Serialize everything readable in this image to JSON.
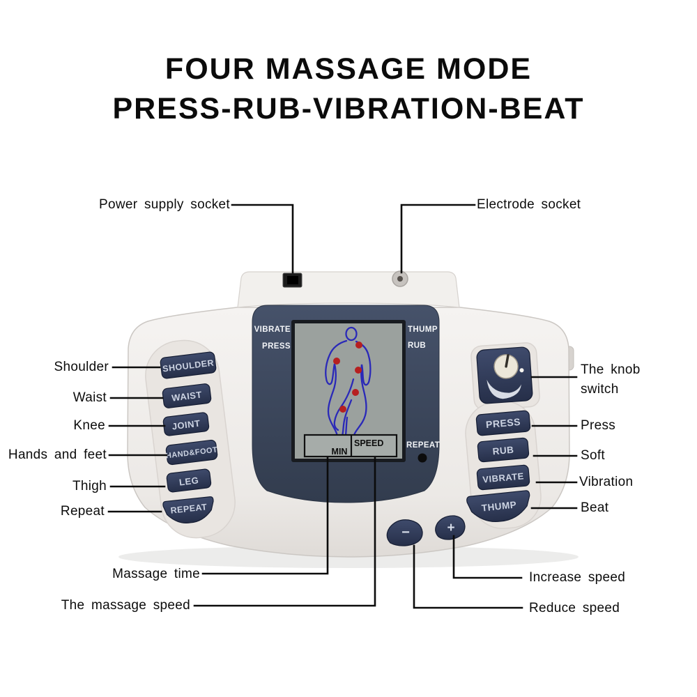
{
  "title": {
    "line1": "FOUR MASSAGE MODE",
    "line2": "PRESS-RUB-VIBRATION-BEAT"
  },
  "callouts": {
    "power_supply": "Power supply socket",
    "electrode": "Electrode socket",
    "shoulder": "Shoulder",
    "waist": "Waist",
    "knee": "Knee",
    "hands_feet": "Hands and feet",
    "thigh": "Thigh",
    "repeat": "Repeat",
    "knob": "The knob switch",
    "press": "Press",
    "soft": "Soft",
    "vibration": "Vibration",
    "beat": "Beat",
    "massage_time": "Massage time",
    "massage_speed": "The massage speed",
    "increase_speed": "Increase speed",
    "reduce_speed": "Reduce speed"
  },
  "device": {
    "left_buttons": [
      "SHOULDER",
      "WAIST",
      "JOINT",
      "HAND&FOOT",
      "LEG",
      "REPEAT"
    ],
    "right_buttons": [
      "PRESS",
      "RUB",
      "VIBRATE",
      "THUMP"
    ],
    "screen": {
      "mode_top_left": "VIBRATE",
      "mode_bottom_left": "PRESS",
      "mode_top_right": "THUMP",
      "mode_bottom_right": "RUB",
      "repeat_indicator": "REPEAT",
      "min_label": "MIN",
      "speed_label": "SPEED"
    },
    "minus_label": "−",
    "plus_label": "+",
    "colors": {
      "panel": "#3c4758",
      "button_navy": "#2f3a53",
      "lcd_grey": "#9ba19e",
      "figure_blue": "#2a29b8",
      "massage_point_red": "#b62020",
      "body_white": "#efecea"
    }
  }
}
